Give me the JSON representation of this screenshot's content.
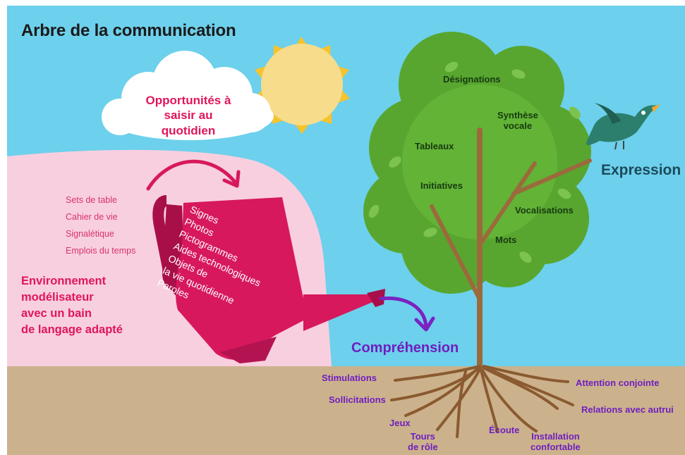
{
  "title": "Arbre de la communication",
  "cloud_text": [
    "Opportunités à",
    "saisir au quotidien"
  ],
  "leaf_labels": {
    "designations": "Désignations",
    "synthese": [
      "Synthèse",
      "vocale"
    ],
    "tableaux": "Tableaux",
    "initiatives": "Initiatives",
    "vocalisations": "Vocalisations",
    "mots": "Mots"
  },
  "expression": "Expression",
  "comprehension": "Compréhension",
  "small_list": [
    "Sets de table",
    "Cahier de vie",
    "Signalétique",
    "Emplois du temps"
  ],
  "environment": [
    "Environnement",
    "modélisateur",
    "avec un bain",
    "de langage adapté"
  ],
  "can_items": [
    "Signes",
    "Photos",
    "Pictogrammes",
    "Aides technologiques",
    "Objets de",
    "la vie quotidienne",
    "Paroles"
  ],
  "root_labels": {
    "stimulations": "Stimulations",
    "sollicitations": "Sollicitations",
    "jeux": "Jeux",
    "tours": [
      "Tours",
      "de rôle"
    ],
    "ecoute": "Écoute",
    "installation": [
      "Installation",
      "confortable"
    ],
    "attention": "Attention conjointe",
    "relations": "Relations avec autrui"
  },
  "colors": {
    "sky": "#6dd0ec",
    "ground": "#ccb28c",
    "pink_hill": "#f8cfdf",
    "can": "#d7185d",
    "tree": "#5bab32",
    "trunk": "#9b6a3c",
    "sun": "#f7dc8c",
    "sun_rays": "#f5c32c"
  }
}
